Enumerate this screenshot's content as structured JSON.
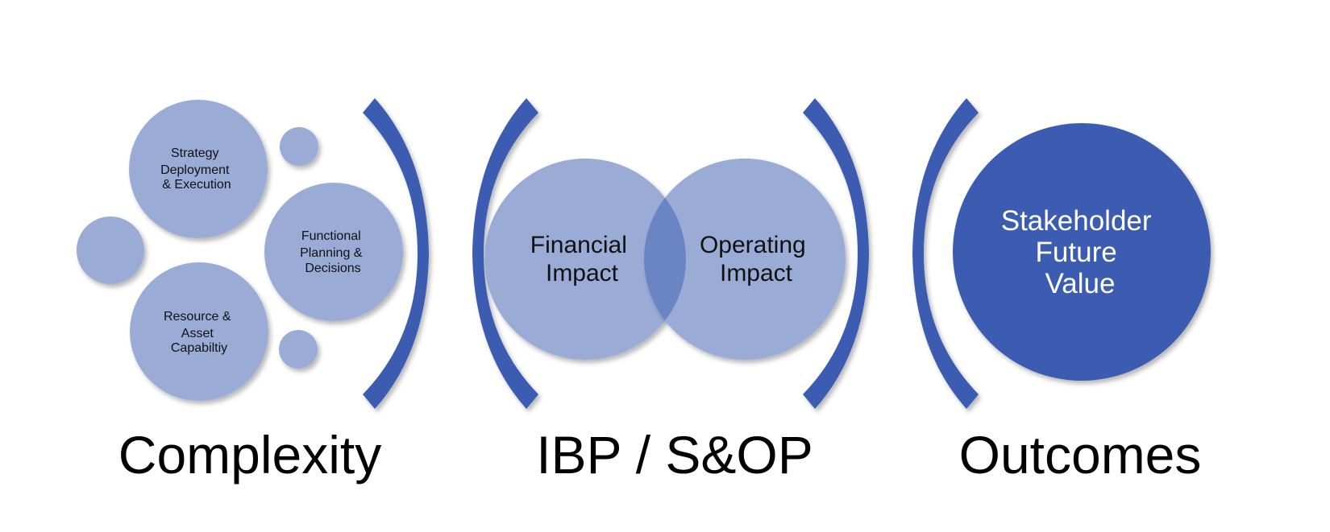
{
  "colors": {
    "light": "#9aabd6",
    "overlap": "#6b85c4",
    "accent": "#3b5cb0",
    "dark_text": "#111111",
    "light_text": "#ffffff"
  },
  "complexity": {
    "strategy": [
      "Strategy",
      "Deployment",
      "& Execution"
    ],
    "functional": [
      "Functional",
      "Planning &",
      "Decisions"
    ],
    "resource": [
      "Resource &",
      "Asset",
      "Capabiltiy"
    ],
    "section_label": "Complexity"
  },
  "ibp": {
    "financial": [
      "Financial",
      "Impact"
    ],
    "operating": [
      "Operating",
      "Impact"
    ],
    "section_label": "IBP / S&OP"
  },
  "outcomes": {
    "stakeholder": [
      "Stakeholder",
      "Future",
      "Value"
    ],
    "section_label": "Outcomes"
  }
}
